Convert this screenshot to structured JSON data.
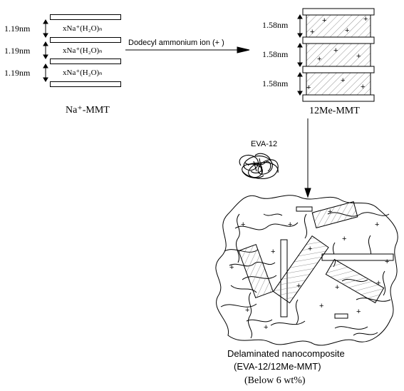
{
  "left_stack": {
    "gaps": [
      "1.19nm",
      "1.19nm",
      "1.19nm"
    ],
    "interlayer_labels": [
      "xNa⁺(H₂O)ₙ",
      "xNa⁺(H₂O)ₙ",
      "xNa⁺(H₂O)ₙ"
    ],
    "caption": "Na⁺-MMT"
  },
  "arrow": {
    "label": "Dodecyl ammonium ion (+",
    "label_end": ")"
  },
  "right_stack": {
    "gaps": [
      "1.58nm",
      "1.58nm",
      "1.58nm"
    ],
    "caption": "12Me-MMT"
  },
  "polymer": {
    "label": "EVA-12"
  },
  "composite": {
    "caption_line1": "Delaminated nanocomposite",
    "caption_line2": "(EVA-12/12Me-MMT)",
    "caption_line3": "(Below 6 wt%)"
  }
}
